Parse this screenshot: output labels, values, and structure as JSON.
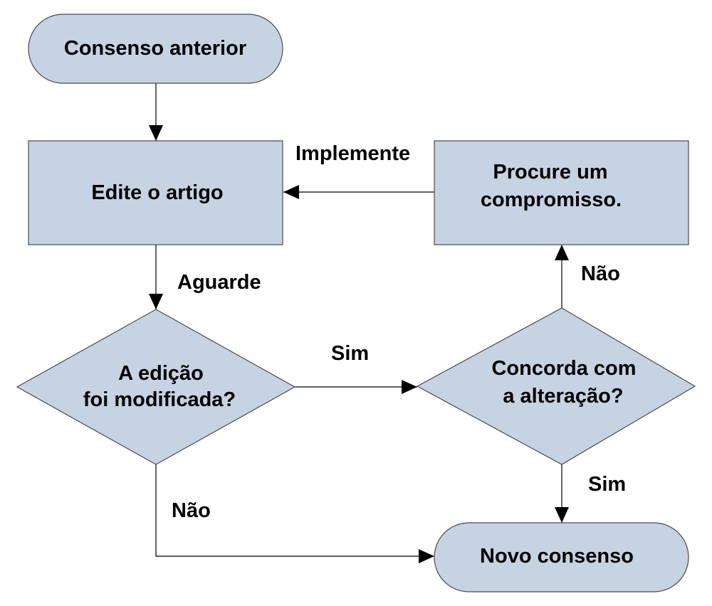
{
  "colors": {
    "node_fill": "#c6d3e3",
    "node_stroke": "#4a4a4a",
    "edge": "#000000"
  },
  "nodes": {
    "start": {
      "shape": "terminal",
      "lines": [
        "Consenso anterior"
      ]
    },
    "edit": {
      "shape": "process",
      "lines": [
        "Edite o artigo"
      ]
    },
    "modified": {
      "shape": "decision",
      "lines": [
        "A edição",
        "foi modificada?"
      ]
    },
    "agree": {
      "shape": "decision",
      "lines": [
        "Concorda com",
        "a alteração?"
      ]
    },
    "compromise": {
      "shape": "process",
      "lines": [
        "Procure um",
        "compromisso."
      ]
    },
    "end": {
      "shape": "terminal",
      "lines": [
        "Novo consenso"
      ]
    }
  },
  "edges": {
    "start_to_edit": {
      "from": "start",
      "to": "edit",
      "label": ""
    },
    "edit_to_modified": {
      "from": "edit",
      "to": "modified",
      "label": "Aguarde"
    },
    "modified_to_agree": {
      "from": "modified",
      "to": "agree",
      "label": "Sim"
    },
    "modified_to_end": {
      "from": "modified",
      "to": "end",
      "label": "Não"
    },
    "agree_to_compromise": {
      "from": "agree",
      "to": "compromise",
      "label": "Não"
    },
    "agree_to_end": {
      "from": "agree",
      "to": "end",
      "label": "Sim"
    },
    "compromise_to_edit": {
      "from": "compromise",
      "to": "edit",
      "label": "Implemente"
    }
  }
}
